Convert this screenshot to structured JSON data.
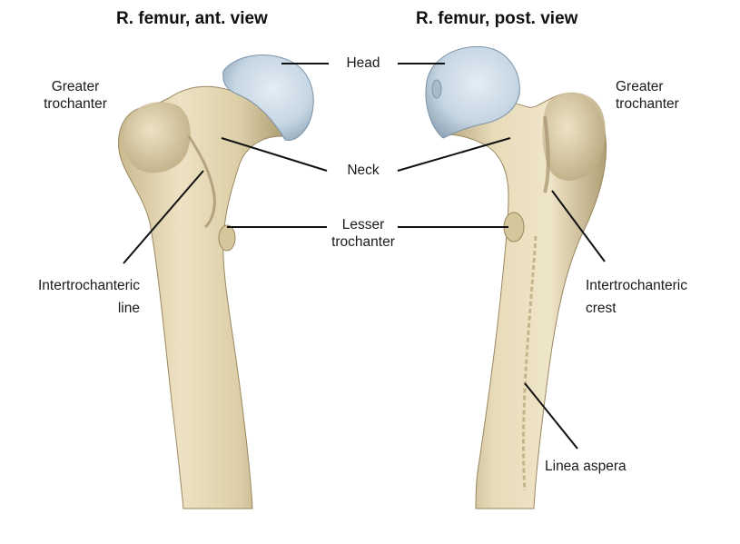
{
  "figure": {
    "titles": {
      "anterior": "R. femur, ant. view",
      "posterior": "R. femur, post. view"
    },
    "labels": {
      "head": "Head",
      "neck": "Neck",
      "lesser_trochanter": [
        "Lesser",
        "trochanter"
      ],
      "greater_trochanter_left": [
        "Greater",
        "trochanter"
      ],
      "greater_trochanter_right": [
        "Greater",
        "trochanter"
      ],
      "intertrochanteric_line": [
        "Intertrochanteric",
        "line"
      ],
      "intertrochanteric_crest": [
        "Intertrochanteric",
        "crest"
      ],
      "linea_aspera": "Linea aspera"
    },
    "colors": {
      "bone": "#e2d6b2",
      "bone_shadow": "#b9a880",
      "bone_highlight": "#f3ead0",
      "cartilage": "#c9d9e6",
      "cartilage_shadow": "#8fa6b9",
      "leader_line": "#111111"
    }
  }
}
